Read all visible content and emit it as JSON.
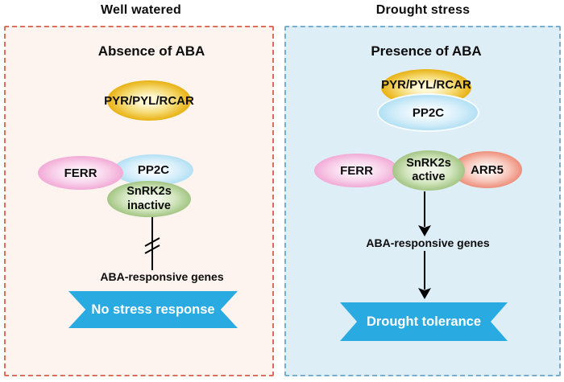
{
  "figure": {
    "left": {
      "condition": "Well watered",
      "state_header": "Absence of ABA",
      "receptor": "PYR/PYL/RCAR",
      "ferr": "FERR",
      "pp2c": "PP2C",
      "kinase_name": "SnRK2s",
      "kinase_state": "inactive",
      "genes": "ABA-responsive genes",
      "outcome": "No stress response"
    },
    "right": {
      "condition": "Drought stress",
      "state_header": "Presence of ABA",
      "receptor": "PYR/PYL/RCAR",
      "pp2c": "PP2C",
      "ferr": "FERR",
      "kinase_name": "SnRK2s",
      "kinase_state": "active",
      "arr5": "ARR5",
      "genes": "ABA-responsive genes",
      "outcome": "Drought tolerance"
    },
    "colors": {
      "left_panel_border": "#d9705c",
      "left_panel_bg": "#fdf4ef",
      "right_panel_border": "#78aecd",
      "right_panel_bg": "#deeef7",
      "receptor_fill": "#e8b112",
      "ferr_fill": "#f2aad6",
      "pp2c_fill": "#b2e0f4",
      "kinase_fill": "#a3c583",
      "arr5_fill": "#ee8e79",
      "outcome_banner_fill": "#29abe2",
      "line_color": "#000000"
    }
  }
}
